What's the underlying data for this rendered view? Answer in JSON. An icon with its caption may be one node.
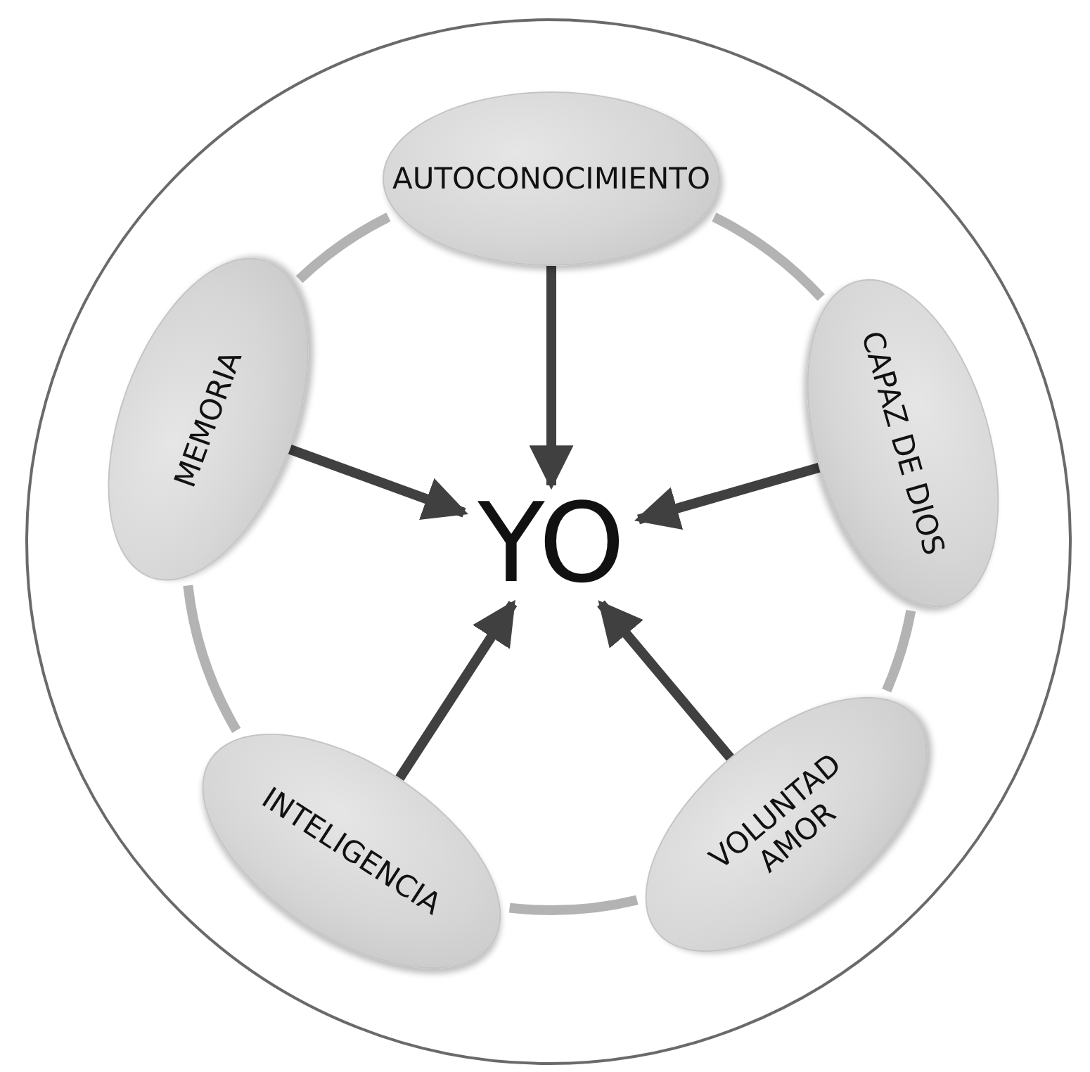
{
  "diagram": {
    "nodes": [
      {
        "text": [],
        "shape": "circle"
      },
      {
        "text": [
          "AUTOCONOCIMIENTO"
        ],
        "in": 0
      },
      {
        "text": [
          "MEMORIA"
        ],
        "in": 0
      },
      {
        "text": [
          "CAPAZ DE DIOS"
        ],
        "in": 0
      },
      {
        "text": [
          "YO"
        ],
        "in": 0
      },
      {
        "text": [
          "INTELIGENCIA"
        ],
        "in": 0
      },
      {
        "text": [
          "VOLUNTAD AMOR"
        ],
        "in": 0
      }
    ],
    "edges": [
      {
        "from": 1,
        "to": 4,
        "arrow": "to"
      },
      {
        "from": 2,
        "to": 4,
        "arrow": "to"
      },
      {
        "from": 3,
        "to": 4,
        "arrow": "to"
      },
      {
        "from": 5,
        "to": 4,
        "arrow": "to"
      },
      {
        "from": 6,
        "to": 4,
        "arrow": "to"
      },
      {
        "from": 1,
        "to": 3,
        "arrow": "none",
        "color": "#b3b3b3"
      },
      {
        "from": 3,
        "to": 6,
        "arrow": "none",
        "color": "#b3b3b3"
      },
      {
        "from": 6,
        "to": 5,
        "arrow": "none",
        "color": "#b3b3b3"
      },
      {
        "from": 5,
        "to": 2,
        "arrow": "none",
        "color": "#b3b3b3"
      },
      {
        "from": 2,
        "to": 1,
        "arrow": "none",
        "color": "#b3b3b3"
      }
    ]
  }
}
